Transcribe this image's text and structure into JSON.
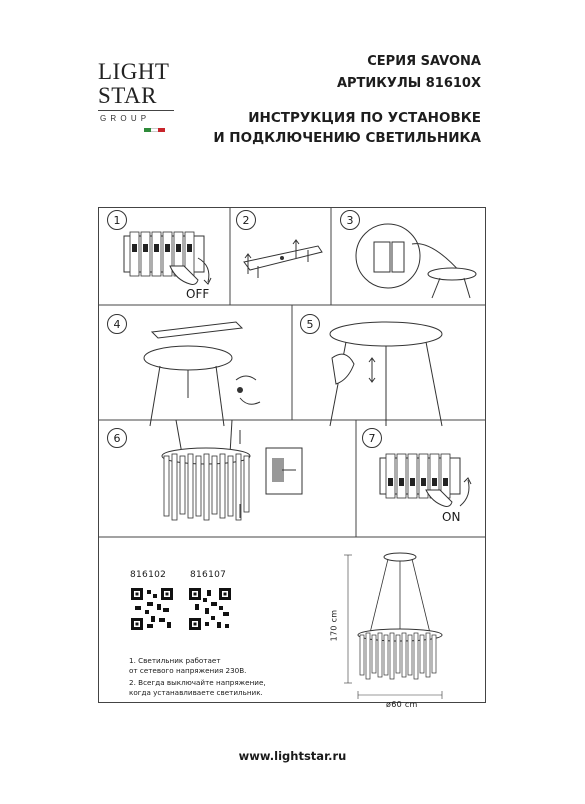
{
  "brand": {
    "line1": "LIGHT",
    "line2": "STAR",
    "line3": "GROUP"
  },
  "header": {
    "series": "СЕРИЯ SAVONA",
    "articles": "АРТИКУЛЫ 81610X",
    "title_line1": "ИНСТРУКЦИЯ ПО УСТАНОВКЕ",
    "title_line2": "И ПОДКЛЮЧЕНИЮ СВЕТИЛЬНИКА"
  },
  "steps": {
    "s1": "1",
    "s2": "2",
    "s3": "3",
    "s4": "4",
    "s5": "5",
    "s6": "6",
    "s7": "7"
  },
  "labels": {
    "off": "OFF",
    "on": "ON"
  },
  "models": {
    "m1": "816102",
    "m2": "816107"
  },
  "dimensions": {
    "height": "170 cm",
    "diameter": "ø60 cm"
  },
  "notes": {
    "n1": "1. Светильник работает\nот сетевого напряжения 230В.",
    "n2": "2. Всегда выключайте напряжение,\nкогда устанавливаете светильник."
  },
  "footer": {
    "url": "www.lightstar.ru"
  },
  "colors": {
    "line": "#444444",
    "flag_green": "#2e8b3a",
    "flag_red": "#c8242b"
  }
}
